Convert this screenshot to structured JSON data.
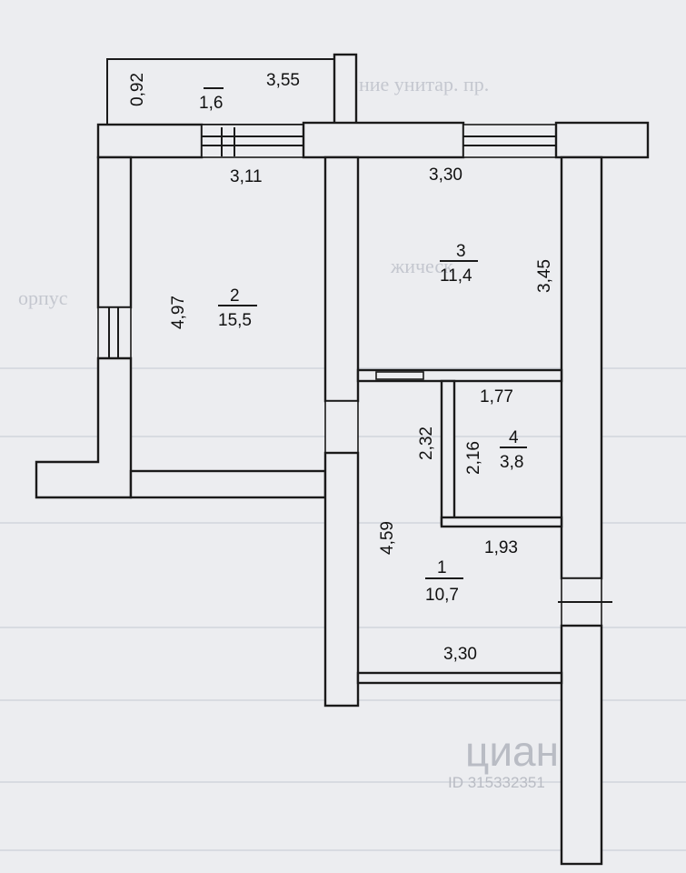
{
  "rooms": [
    {
      "id": "balcony",
      "number": "",
      "area": "1,6"
    },
    {
      "id": "room-2",
      "number": "2",
      "area": "15,5"
    },
    {
      "id": "room-3",
      "number": "3",
      "area": "11,4"
    },
    {
      "id": "room-4",
      "number": "4",
      "area": "3,8"
    },
    {
      "id": "room-1",
      "number": "1",
      "area": "10,7"
    }
  ],
  "dimensions": {
    "balcony_depth": "0,92",
    "balcony_length": "3,55",
    "room2_width": "3,11",
    "room2_length": "4,97",
    "room3_width": "3,30",
    "room3_length": "3,45",
    "room4_width": "1,77",
    "room4_length_outer": "2,32",
    "room4_length_inner": "2,16",
    "room4_bottom": "1,93",
    "room1_length": "4,59",
    "room1_width": "3,30"
  },
  "watermark": {
    "brand": "циан",
    "id": "ID 315332351"
  },
  "colors": {
    "paper": "#ecedf0",
    "ink": "#1a1a1a"
  }
}
